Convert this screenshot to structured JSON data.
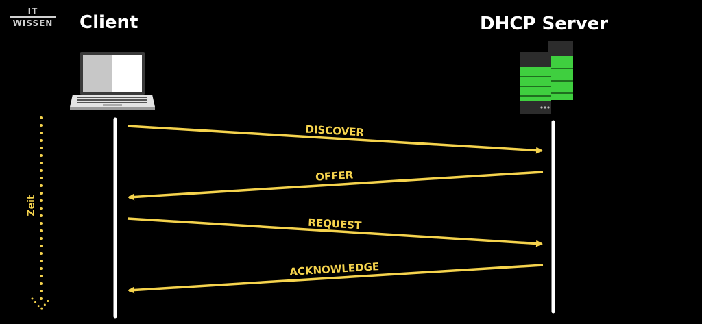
{
  "logo": {
    "line1": "IT",
    "line2": "WISSEN"
  },
  "actors": {
    "client": "Client",
    "server": "DHCP Server"
  },
  "time_axis": {
    "label": "Zeit"
  },
  "messages": [
    {
      "label": "DISCOVER",
      "direction": "client-to-server"
    },
    {
      "label": "OFFER",
      "direction": "server-to-client"
    },
    {
      "label": "REQUEST",
      "direction": "client-to-server"
    },
    {
      "label": "ACKNOWLEDGE",
      "direction": "server-to-client"
    }
  ],
  "colors": {
    "background": "#000000",
    "arrow": "#f5d34d",
    "lifeline": "#ffffff",
    "server_green": "#3fcf3f",
    "server_dark": "#2a2a2a"
  },
  "icons": {
    "client": "laptop-icon",
    "server": "server-rack-icon"
  }
}
